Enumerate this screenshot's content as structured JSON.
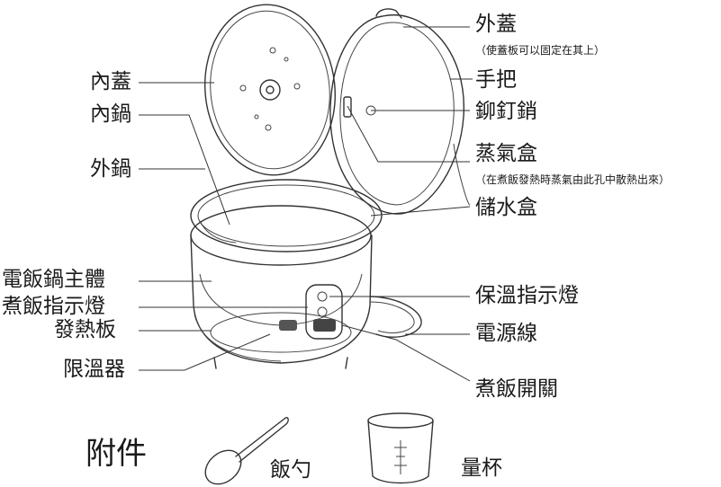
{
  "labels": {
    "outer_lid": "外蓋",
    "outer_lid_note": "（使蓋板可以固定在其上）",
    "handle": "手把",
    "rivet_pin": "鉚釘銷",
    "steam_box": "蒸氣盒",
    "steam_box_note": "（在煮飯發熱時蒸氣由此孔中散熱出來）",
    "water_box": "儲水盒",
    "inner_lid": "內蓋",
    "inner_pot": "內鍋",
    "outer_pot": "外鍋",
    "main_body": "電飯鍋主體",
    "cook_indicator": "煮飯指示燈",
    "heating_plate": "發熱板",
    "thermostat": "限溫器",
    "warm_indicator": "保溫指示燈",
    "power_cord": "電源線",
    "cook_switch": "煮飯開關"
  },
  "accessories": {
    "title": "附件",
    "rice_spoon": "飯勺",
    "measuring_cup": "量杯"
  }
}
